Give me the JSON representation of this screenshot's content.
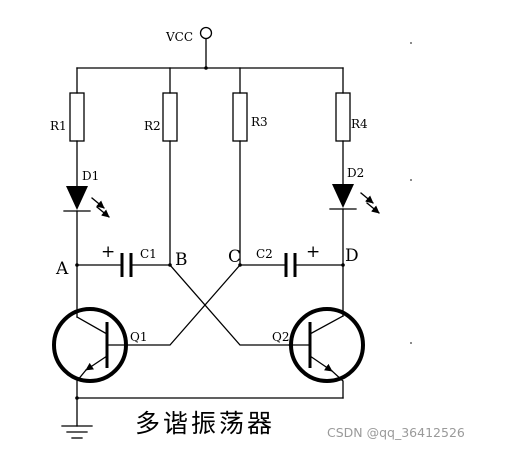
{
  "diagram": {
    "supply_label": "VCC",
    "resistors": [
      "R1",
      "R2",
      "R3",
      "R4"
    ],
    "leds": [
      "D1",
      "D2"
    ],
    "capacitors": [
      "C1",
      "C2"
    ],
    "capacitor_polarity": "+",
    "nodes": [
      "A",
      "B",
      "C",
      "D"
    ],
    "transistors": [
      "Q1",
      "Q2"
    ],
    "title": "多谐振荡器"
  },
  "watermark": "CSDN @qq_36412526"
}
